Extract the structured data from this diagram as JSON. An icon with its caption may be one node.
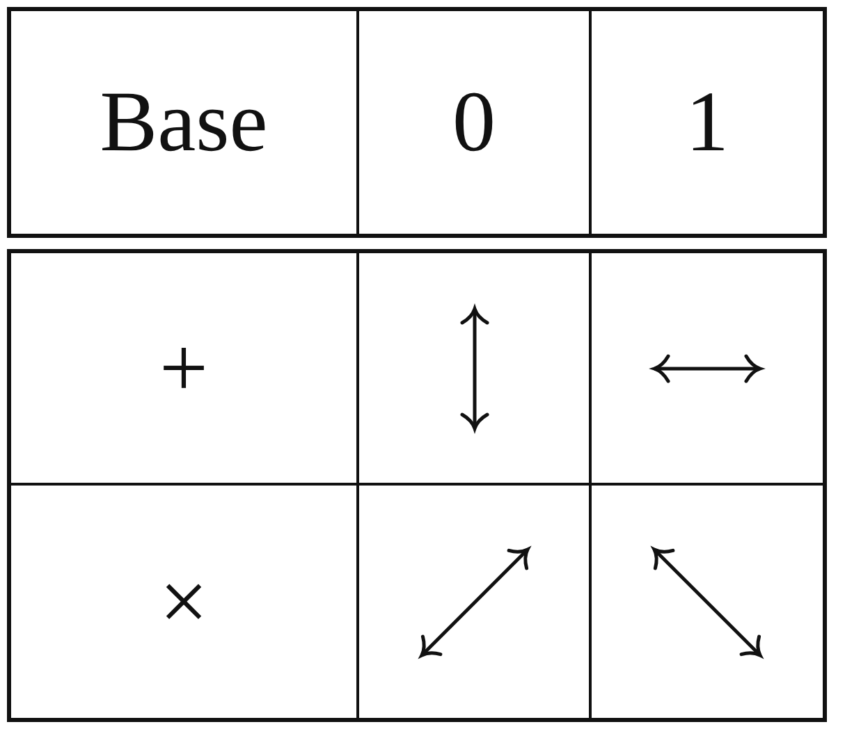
{
  "diagram": {
    "labels": [
      "Base",
      "0",
      "1",
      "+",
      "×"
    ]
  }
}
